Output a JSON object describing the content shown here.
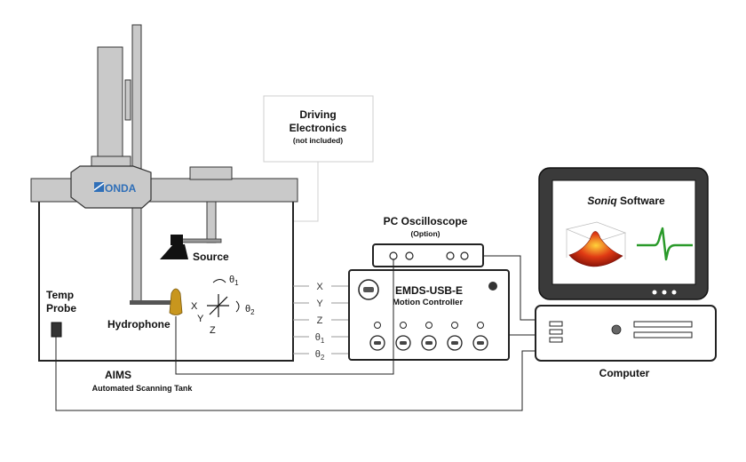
{
  "driving_electronics": {
    "title_line1": "Driving",
    "title_line2": "Electronics",
    "note": "(not included)"
  },
  "tank": {
    "brand": "ONDA",
    "label": "AIMS",
    "sublabel": "Automated Scanning Tank",
    "source_label": "Source",
    "hydrophone_label": "Hydrophone",
    "temp_probe_line1": "Temp",
    "temp_probe_line2": "Probe",
    "axes": {
      "x": "X",
      "y": "Y",
      "z": "Z",
      "theta1": "θ",
      "theta1_sub": "1",
      "theta2": "θ",
      "theta2_sub": "2"
    }
  },
  "motion_channels": [
    {
      "label": "X"
    },
    {
      "label": "Y"
    },
    {
      "label": "Z"
    },
    {
      "label": "θ",
      "sub": "1"
    },
    {
      "label": "θ",
      "sub": "2"
    }
  ],
  "oscilloscope": {
    "title": "PC Oscilloscope",
    "note": "(Option)"
  },
  "controller": {
    "title": "EMDS-USB-E",
    "subtitle": "Motion Controller"
  },
  "computer": {
    "label": "Computer",
    "software_name": "Soniq",
    "software_suffix": " Software"
  },
  "colors": {
    "hydrophone": "#c8961e",
    "waveform": "#2a9a2a",
    "surface": "#d23a1a",
    "frame_gray": "#c8c8c8"
  }
}
